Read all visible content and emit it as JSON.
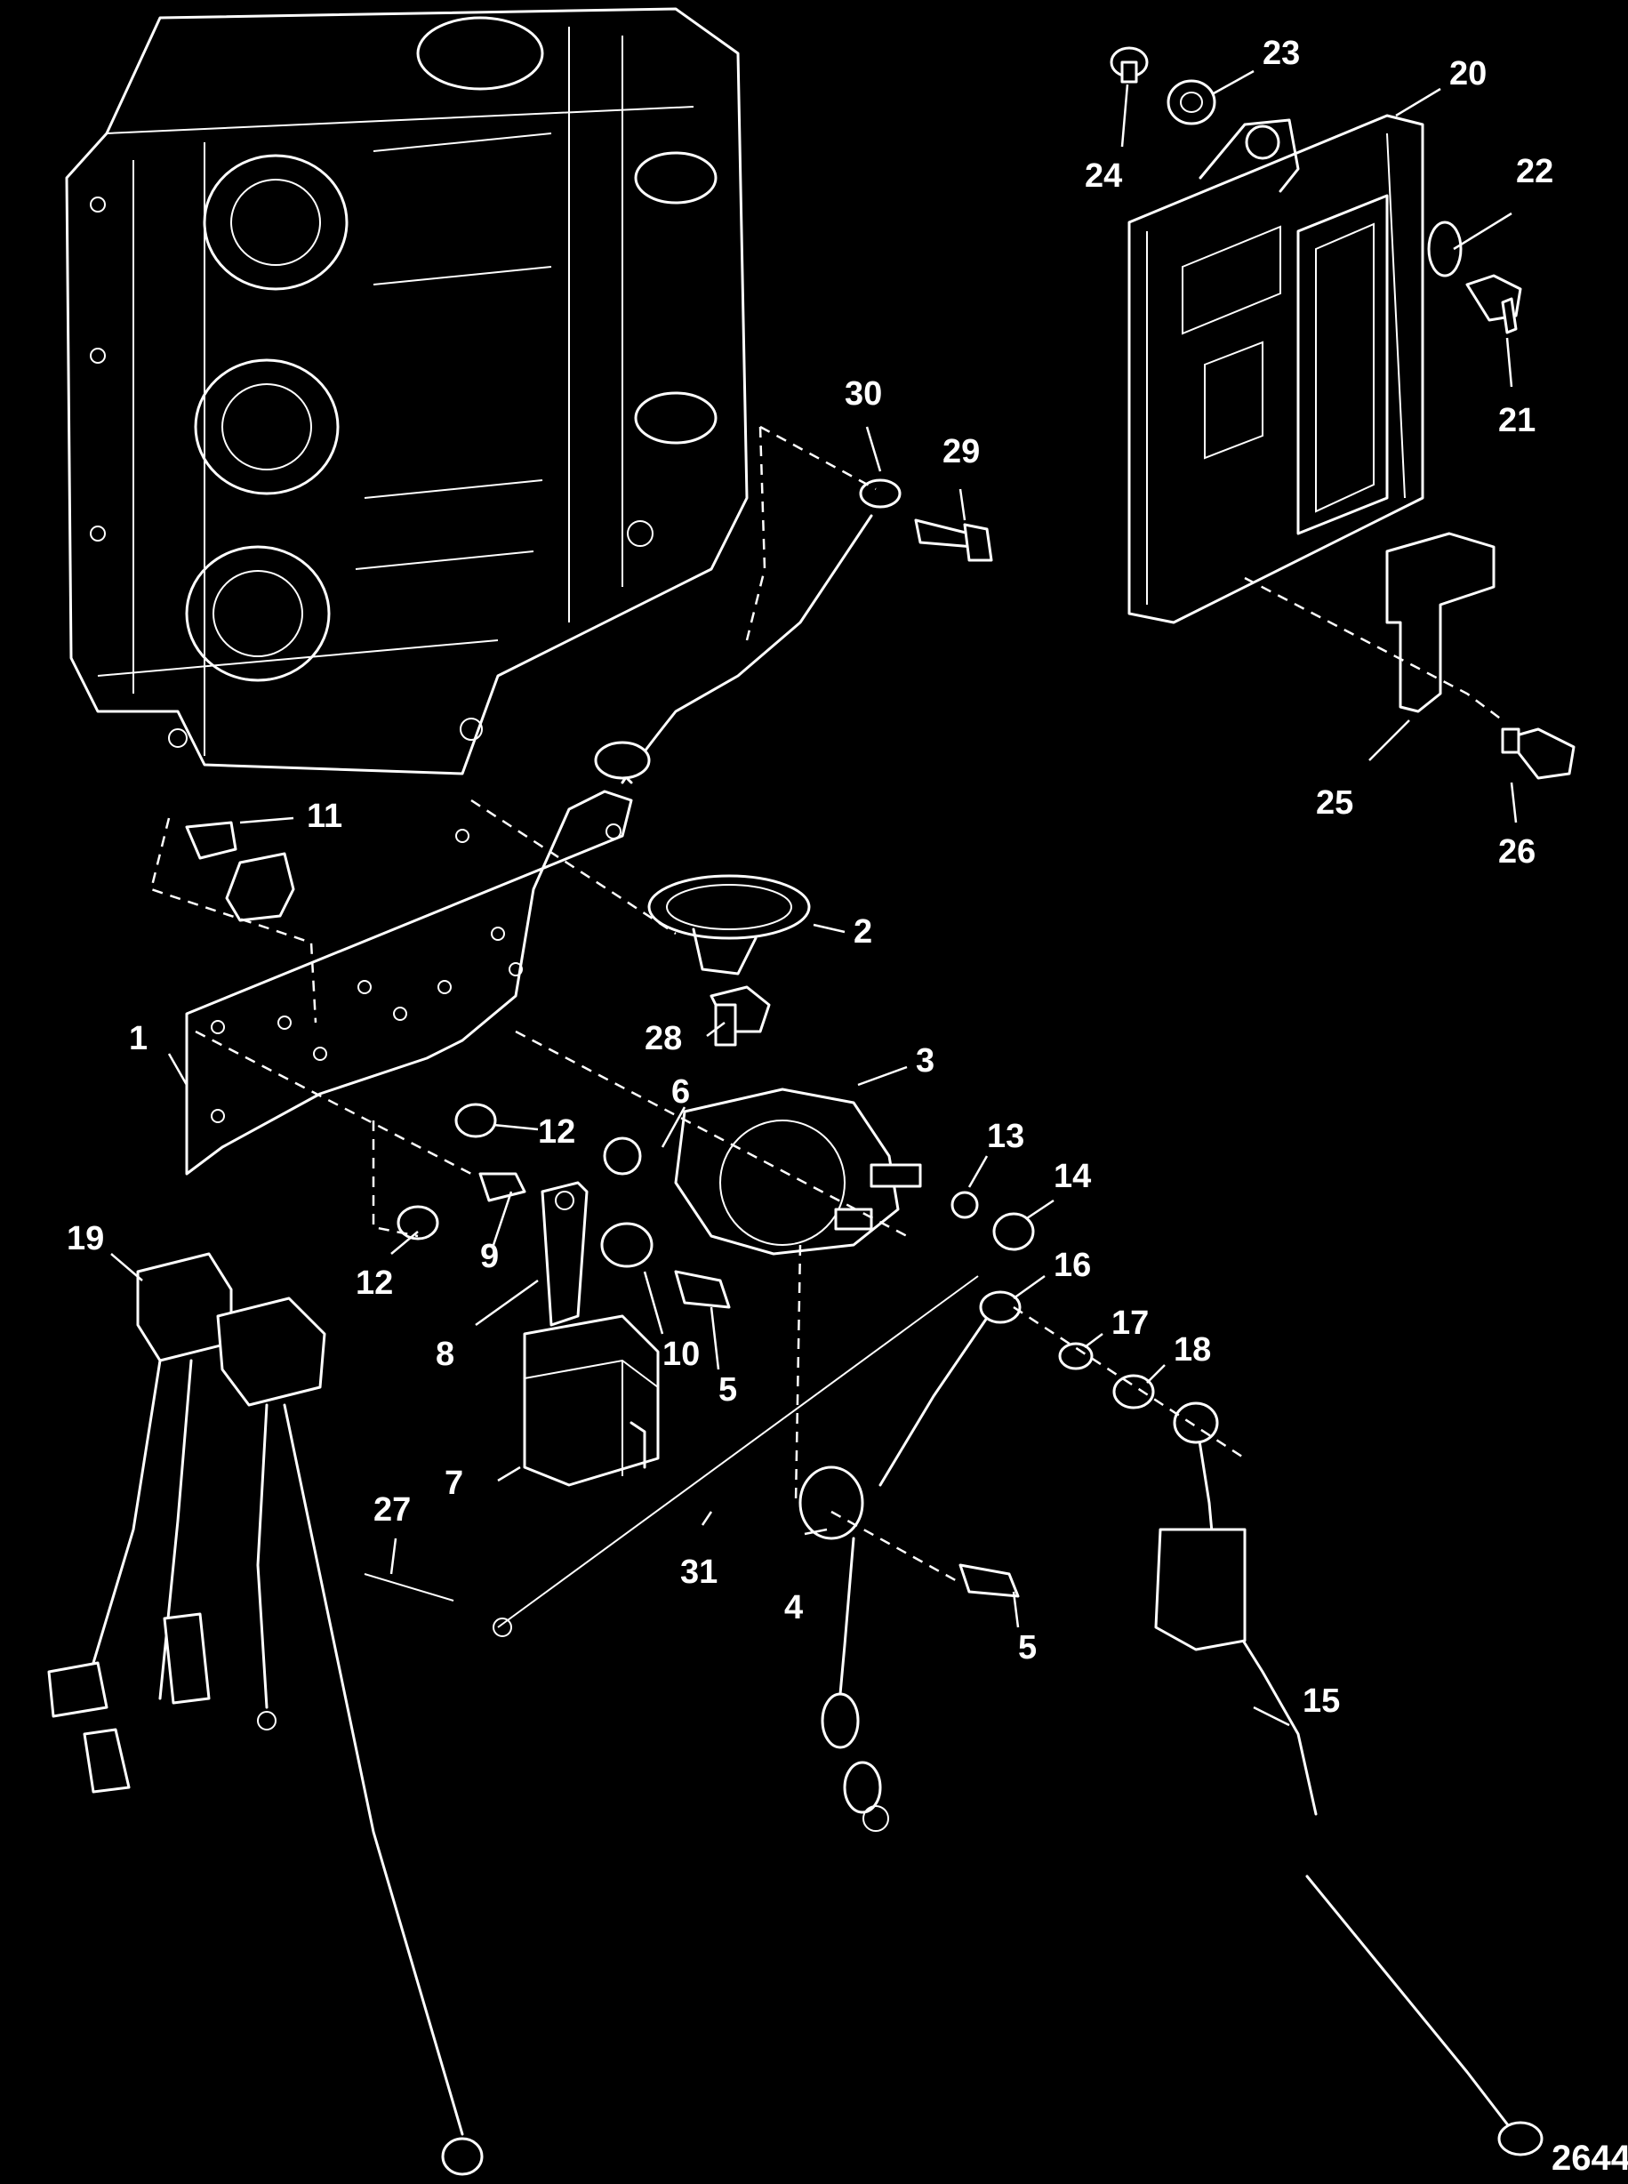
{
  "figure_number": "2644",
  "callouts": [
    {
      "id": "c1",
      "label": "1"
    },
    {
      "id": "c2",
      "label": "2"
    },
    {
      "id": "c3",
      "label": "3"
    },
    {
      "id": "c4",
      "label": "4"
    },
    {
      "id": "c5a",
      "label": "5"
    },
    {
      "id": "c5b",
      "label": "5"
    },
    {
      "id": "c6",
      "label": "6"
    },
    {
      "id": "c7",
      "label": "7"
    },
    {
      "id": "c8",
      "label": "8"
    },
    {
      "id": "c9",
      "label": "9"
    },
    {
      "id": "c10",
      "label": "10"
    },
    {
      "id": "c11",
      "label": "11"
    },
    {
      "id": "c12a",
      "label": "12"
    },
    {
      "id": "c12b",
      "label": "12"
    },
    {
      "id": "c13",
      "label": "13"
    },
    {
      "id": "c14",
      "label": "14"
    },
    {
      "id": "c15",
      "label": "15"
    },
    {
      "id": "c16",
      "label": "16"
    },
    {
      "id": "c17",
      "label": "17"
    },
    {
      "id": "c18",
      "label": "18"
    },
    {
      "id": "c19",
      "label": "19"
    },
    {
      "id": "c20",
      "label": "20"
    },
    {
      "id": "c21",
      "label": "21"
    },
    {
      "id": "c22",
      "label": "22"
    },
    {
      "id": "c23",
      "label": "23"
    },
    {
      "id": "c24",
      "label": "24"
    },
    {
      "id": "c25",
      "label": "25"
    },
    {
      "id": "c26",
      "label": "26"
    },
    {
      "id": "c27",
      "label": "27"
    },
    {
      "id": "c28",
      "label": "28"
    },
    {
      "id": "c29",
      "label": "29"
    },
    {
      "id": "c30",
      "label": "30"
    },
    {
      "id": "c31",
      "label": "31"
    }
  ]
}
